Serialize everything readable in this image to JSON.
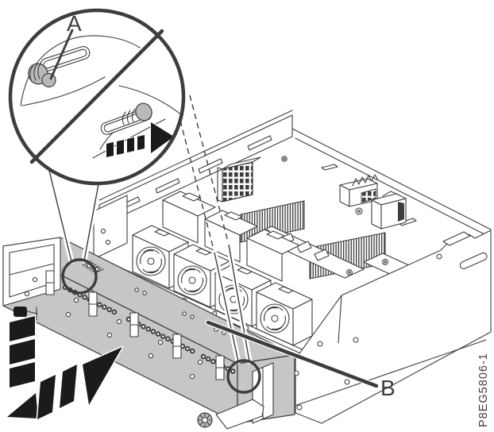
{
  "figure": {
    "type": "hardware-service-illustration",
    "callout_a": "A",
    "callout_b": "B",
    "part_number": "P8EG5806-1"
  },
  "colors": {
    "line": "#3d3d3d",
    "cover_fill": "#c6c6c6",
    "knob_fill": "#b9b9b9",
    "arrow_fill": "#1b1b1b",
    "background": "#ffffff"
  },
  "icons": {
    "latch_slide_arrow": "slide-right-arrow",
    "install_arrow": "slide-up-right-arrow",
    "release_arrow": "slide-down-left-arrow"
  }
}
